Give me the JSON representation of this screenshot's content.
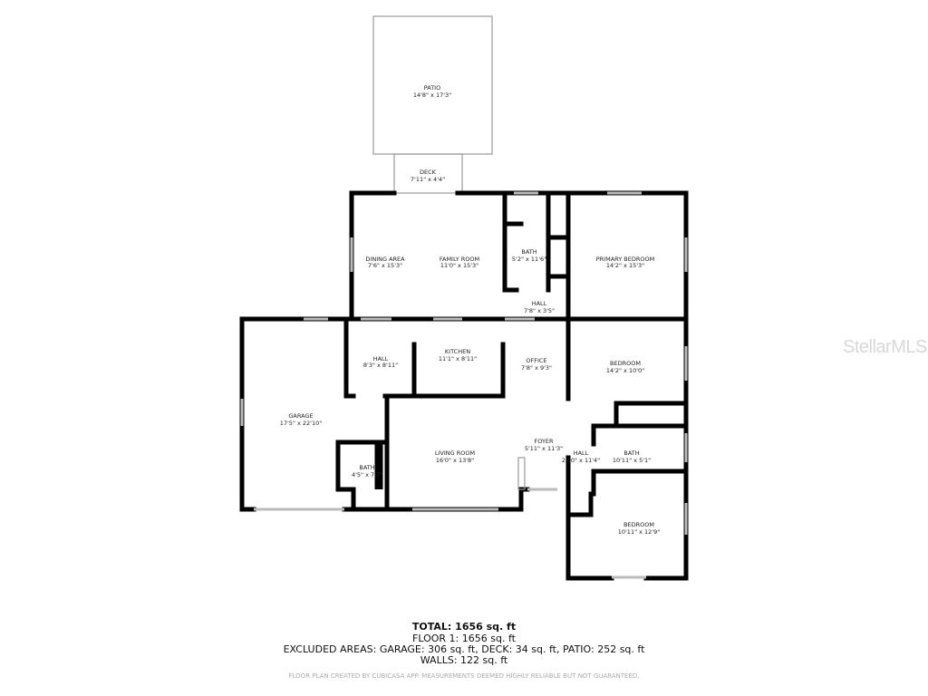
{
  "rooms": {
    "patio": {
      "name": "PATIO",
      "dims": "14'8\" x 17'3\""
    },
    "deck": {
      "name": "DECK",
      "dims": "7'11\" x 4'4\""
    },
    "dining": {
      "name": "DINING AREA",
      "dims": "7'6\" x 15'3\""
    },
    "family": {
      "name": "FAMILY ROOM",
      "dims": "11'0\" x 15'3\""
    },
    "bath1": {
      "name": "BATH",
      "dims": "5'2\" x 11'6\""
    },
    "primary": {
      "name": "PRIMARY BEDROOM",
      "dims": "14'2\" x 15'3\""
    },
    "hall1": {
      "name": "HALL",
      "dims": "7'8\" x 3'5\""
    },
    "hall2": {
      "name": "HALL",
      "dims": "8'3\" x 8'11\""
    },
    "kitchen": {
      "name": "KITCHEN",
      "dims": "11'1\" x 8'11\""
    },
    "office": {
      "name": "OFFICE",
      "dims": "7'8\" x 9'3\""
    },
    "bedroom1": {
      "name": "BEDROOM",
      "dims": "14'2\" x 10'0\""
    },
    "garage": {
      "name": "GARAGE",
      "dims": "17'5\" x 22'10\""
    },
    "bath2": {
      "name": "BATH",
      "dims": "4'5\" x 7'7\""
    },
    "living": {
      "name": "LIVING ROOM",
      "dims": "16'0\" x 13'8\""
    },
    "foyer": {
      "name": "FOYER",
      "dims": "5'11\" x 11'3\""
    },
    "hall3": {
      "name": "HALL",
      "dims": "2'10\" x 11'4\""
    },
    "bath3": {
      "name": "BATH",
      "dims": "10'11\" x 5'1\""
    },
    "bedroom2": {
      "name": "BEDROOM",
      "dims": "10'11\" x 12'9\""
    }
  },
  "summary": {
    "total": "TOTAL: 1656 sq. ft",
    "floor1": "FLOOR 1: 1656 sq. ft",
    "excluded": "EXCLUDED AREAS: GARAGE: 306 sq. ft, DECK: 34 sq. ft, PATIO: 252 sq. ft",
    "walls": "WALLS: 122 sq. ft",
    "disclaimer": "FLOOR PLAN CREATED BY CUBICASA APP. MEASUREMENTS DEEMED HIGHLY RELIABLE BUT NOT GUARANTEED."
  },
  "watermark": "StellarMLS"
}
